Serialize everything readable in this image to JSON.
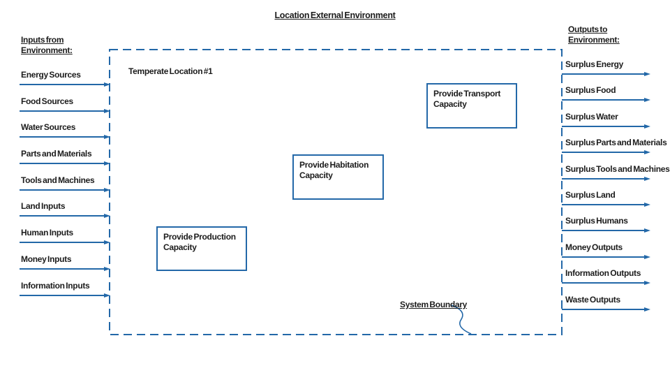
{
  "title": "Location External Environment",
  "inputs_heading": "Inputs from Environment:",
  "outputs_heading": "Outputs to Environment:",
  "system_label": "Temperate Location #1",
  "system_boundary_label": "System Boundary",
  "inputs": [
    "Energy Sources",
    "Food Sources",
    "Water Sources",
    "Parts and Materials",
    "Tools and Machines",
    "Land Inputs",
    "Human Inputs",
    "Money Inputs",
    "Information Inputs"
  ],
  "outputs": [
    "Surplus Energy",
    "Surplus Food",
    "Surplus Water",
    "Surplus Parts and Materials",
    "Surplus Tools and Machines",
    "Surplus Land",
    "Surplus Humans",
    "Money Outputs",
    "Information Outputs",
    "Waste Outputs"
  ],
  "function_boxes": [
    "Provide Transport Capacity",
    "Provide Habitation Capacity",
    "Provide Production Capacity"
  ],
  "colors": {
    "line_blue": "#2368a8",
    "text": "#1c1c1c",
    "background": "#ffffff"
  }
}
